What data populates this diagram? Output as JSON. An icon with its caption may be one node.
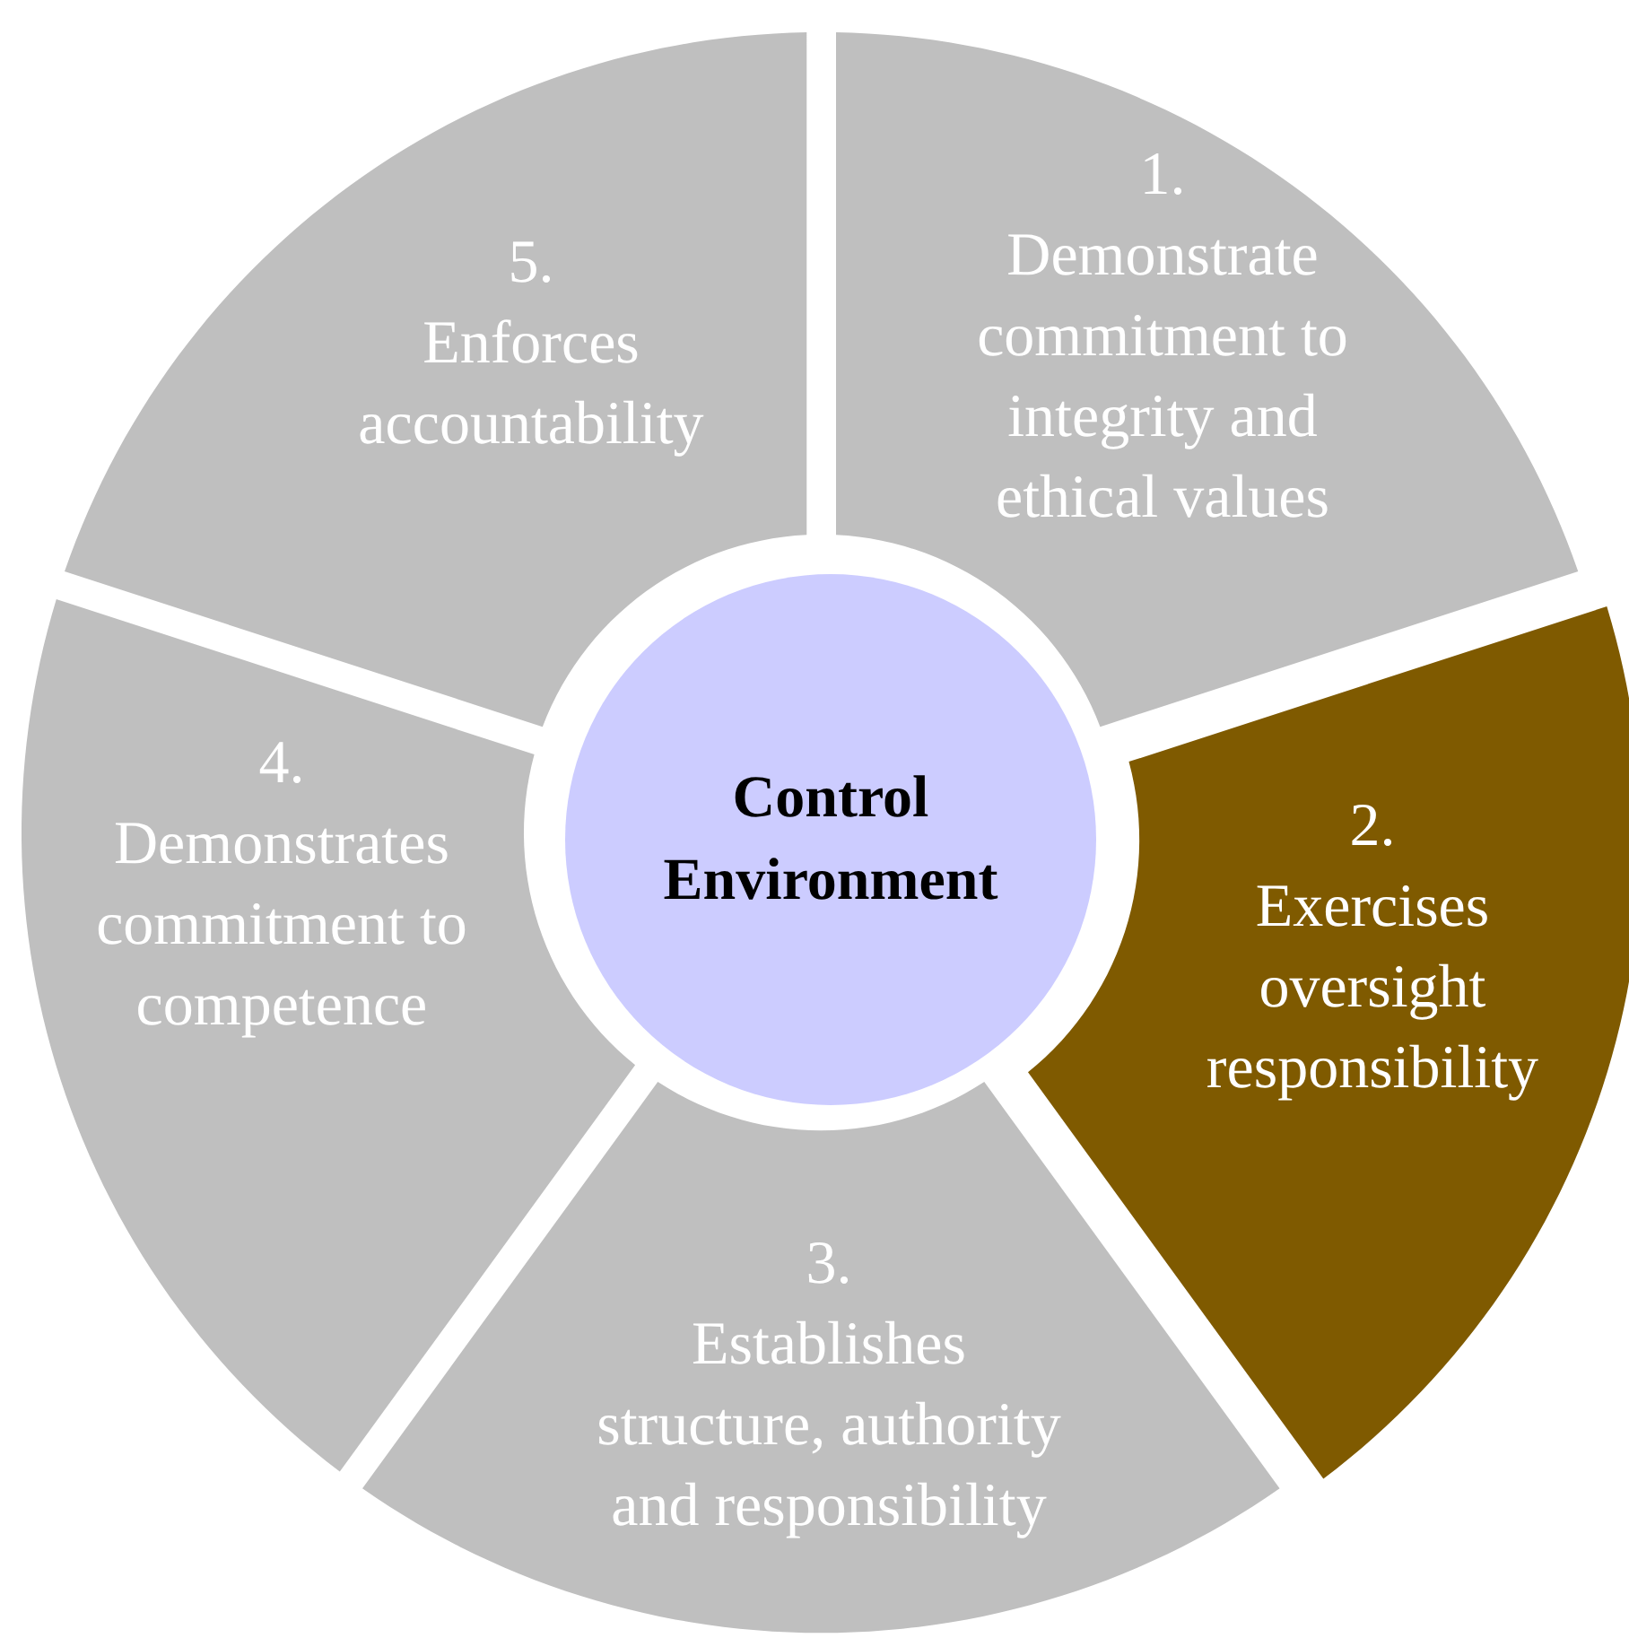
{
  "diagram": {
    "nodes": [
      {
        "text": [
          "Control Environment"
        ]
      },
      {
        "text": [
          "1.",
          "Demonstrate commitment to integrity and ethical values"
        ]
      },
      {
        "text": [
          "2.",
          "Exercises oversight responsibility"
        ]
      },
      {
        "text": [
          "3.",
          "Establishes structure, authority and responsibility"
        ]
      },
      {
        "text": [
          "4.",
          "Demonstrates commitment to competence"
        ]
      },
      {
        "text": [
          "5.",
          "Enforces accountability"
        ]
      }
    ]
  }
}
